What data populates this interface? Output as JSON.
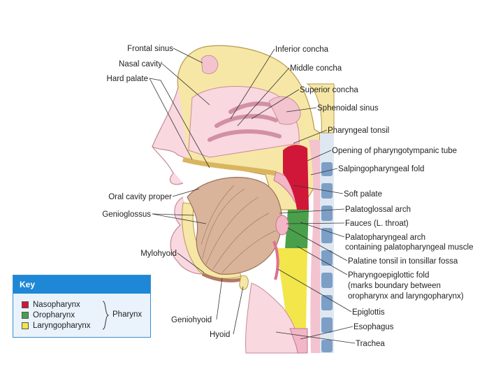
{
  "labels": {
    "frontal_sinus": "Frontal sinus",
    "nasal_cavity": "Nasal cavity",
    "hard_palate": "Hard palate",
    "oral_cavity_proper": "Oral cavity proper",
    "genioglossus": "Genioglossus",
    "mylohyoid": "Mylohyoid",
    "geniohyoid": "Geniohyoid",
    "hyoid": "Hyoid",
    "inferior_concha": "Inferior concha",
    "middle_concha": "Middle concha",
    "superior_concha": "Superior concha",
    "sphenoidal_sinus": "Sphenoidal sinus",
    "pharyngeal_tonsil": "Pharyngeal tonsil",
    "opening_pharyngotympanic": "Opening of pharyngotympanic tube",
    "salpingopharyngeal_fold": "Salpingopharyngeal fold",
    "soft_palate": "Soft palate",
    "palatoglossal_arch": "Palatoglossal arch",
    "fauces": "Fauces (L. throat)",
    "palatopharyngeal_arch_1": "Palatopharyngeal arch",
    "palatopharyngeal_arch_2": "containing palatopharyngeal muscle",
    "palatine_tonsil": "Palatine tonsil in tonsillar fossa",
    "pharyngoepiglottic_1": "Pharyngoepiglottic fold",
    "pharyngoepiglottic_2": "(marks boundary between",
    "pharyngoepiglottic_3": "oropharynx and laryngopharynx)",
    "epiglottis": "Epiglottis",
    "esophagus": "Esophagus",
    "trachea": "Trachea"
  },
  "key": {
    "title": "Key",
    "items": [
      {
        "label": "Nasopharynx",
        "color": "#d0173a"
      },
      {
        "label": "Oropharynx",
        "color": "#4aa04a"
      },
      {
        "label": "Laryngopharynx",
        "color": "#f2e64a"
      }
    ],
    "group_label": "Pharynx"
  },
  "colors": {
    "bone": "#f6e7a6",
    "mucosa": "#f3b6c6",
    "cavity": "#f9d8e0",
    "muscle": "#d9b49a",
    "spine": "#7d9fc6",
    "key_header": "#1e88d6"
  }
}
